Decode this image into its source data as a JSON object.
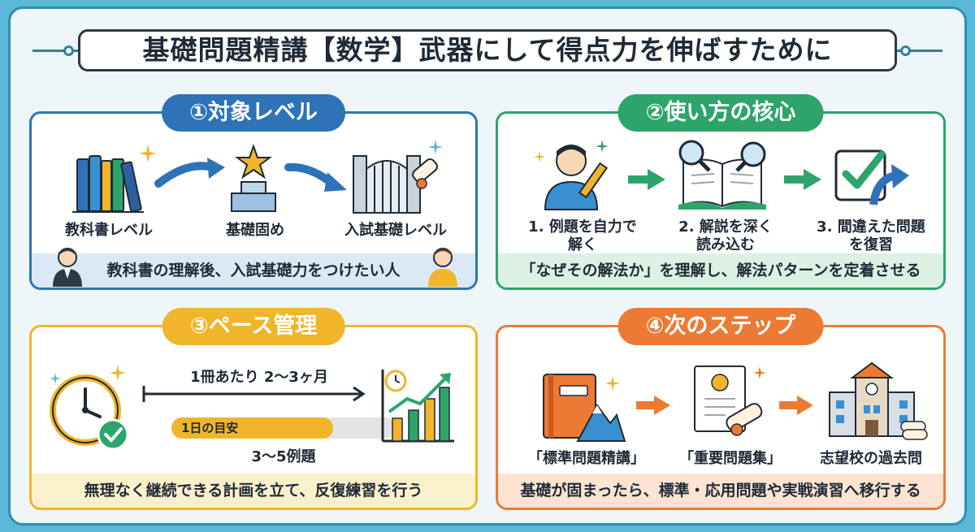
{
  "title": "基礎問題精講【数学】武器にして得点力を伸ばすために",
  "colors": {
    "blue": "#2e73b8",
    "green": "#2da56a",
    "yellow": "#f0b52b",
    "orange": "#ec7a34"
  },
  "panel1": {
    "heading": "①対象レベル",
    "steps": [
      "教科書レベル",
      "基礎固め",
      "入試基礎レベル"
    ],
    "icons": [
      "books-icon",
      "podium-star-icon",
      "gate-diploma-icon"
    ],
    "footer": "教科書の理解後、入試基礎力をつけたい人"
  },
  "panel2": {
    "heading": "②使い方の核心",
    "steps": [
      {
        "line1": "1. 例題を自力で",
        "line2": "解く"
      },
      {
        "line1": "2. 解説を深く",
        "line2": "読み込む"
      },
      {
        "line1": "3. 間違えた問題",
        "line2": "を復習"
      }
    ],
    "icons": [
      "student-pencil-icon",
      "book-magnifier-icon",
      "check-redo-icon"
    ],
    "footer": "「なぜその解法か」を理解し、解法パターンを定着させる"
  },
  "panel3": {
    "heading": "③ペース管理",
    "per_book": "1冊あたり 2〜3ヶ月",
    "daily_label": "1日の目安",
    "daily_fill": 0.72,
    "daily_value": "3〜5例題",
    "icons": [
      "clock-check-icon",
      "growth-chart-icon"
    ],
    "footer": "無理なく継続できる計画を立て、反復練習を行う"
  },
  "panel4": {
    "heading": "④次のステップ",
    "steps": [
      "「標準問題精講」",
      "「重要問題集」",
      "志望校の過去問"
    ],
    "icons": [
      "book-mountain-icon",
      "certificate-icon",
      "school-building-icon"
    ],
    "footer": "基礎が固まったら、標準・応用問題や実戦演習へ移行する"
  }
}
